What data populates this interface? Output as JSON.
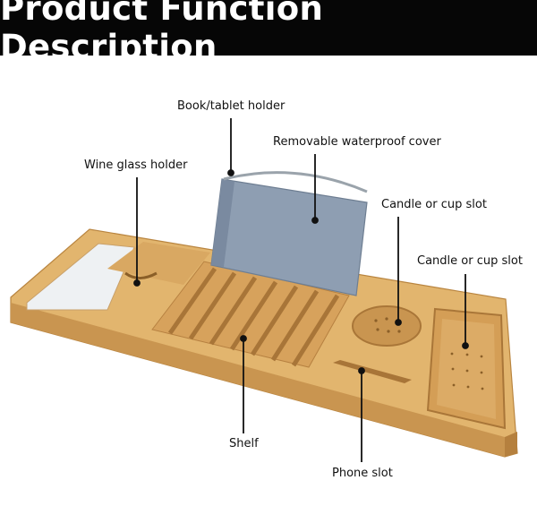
{
  "header": {
    "title": "Product Function Description"
  },
  "labels": {
    "book_tablet_holder": "Book/tablet holder",
    "removable_cover": "Removable waterproof cover",
    "wine_glass_holder": "Wine glass holder",
    "candle_cup_slot_1": "Candle or cup slot",
    "candle_cup_slot_2": "Candle or cup slot",
    "shelf": "Shelf",
    "phone_slot": "Phone slot"
  },
  "colors": {
    "header_bg": "#060606",
    "header_text": "#ffffff",
    "bamboo": "#e2b56e",
    "bamboo_dark": "#c4924a",
    "cover": "#8e9eb2",
    "pointer": "#111111"
  }
}
